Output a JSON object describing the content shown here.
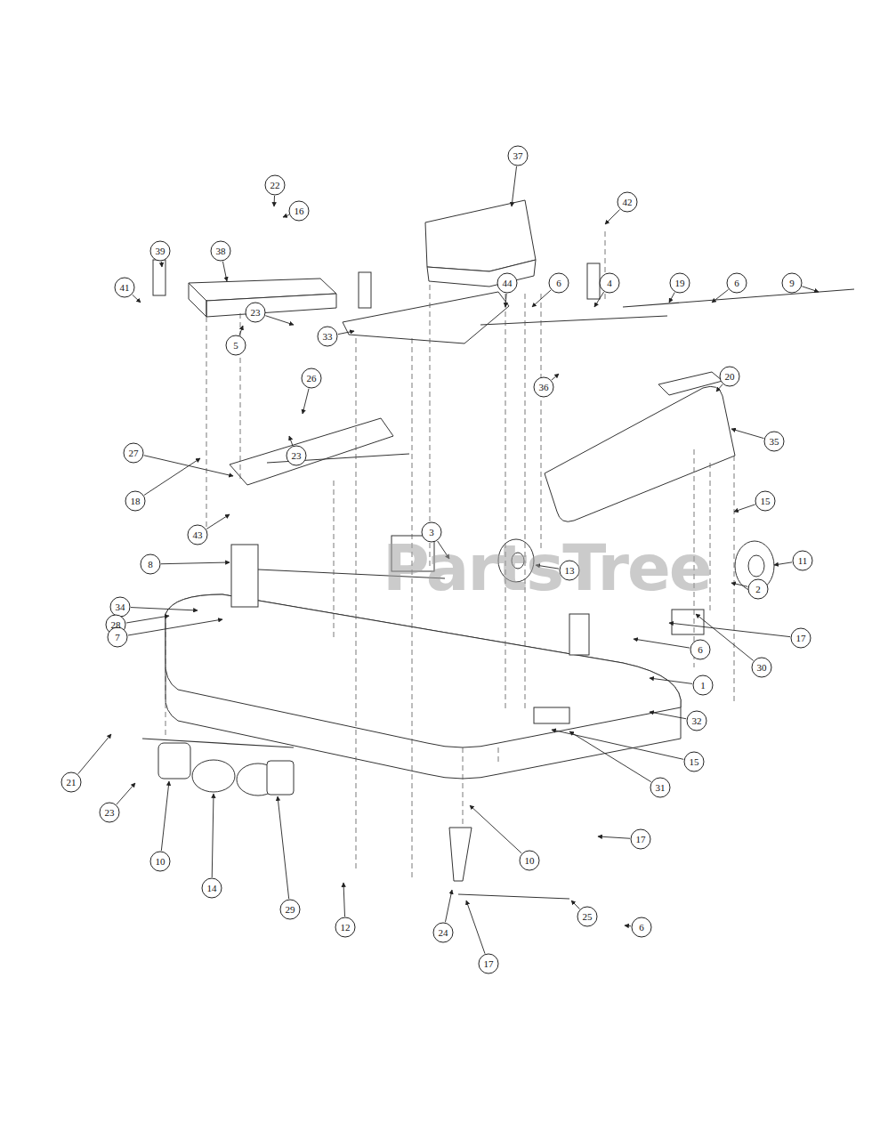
{
  "diagram": {
    "labels": [
      "37",
      "22",
      "16",
      "42",
      "38",
      "39",
      "41",
      "44",
      "6",
      "4",
      "19",
      "6",
      "9",
      "23",
      "33",
      "5",
      "26",
      "36",
      "20",
      "35",
      "27",
      "18",
      "15",
      "23",
      "3",
      "43",
      "8",
      "13",
      "11",
      "2",
      "34",
      "28",
      "7",
      "17",
      "6",
      "30",
      "1",
      "32",
      "15",
      "31",
      "21",
      "23",
      "10",
      "14",
      "29",
      "12",
      "10",
      "17",
      "24",
      "17",
      "25",
      "6",
      "PartsTree"
    ]
  }
}
